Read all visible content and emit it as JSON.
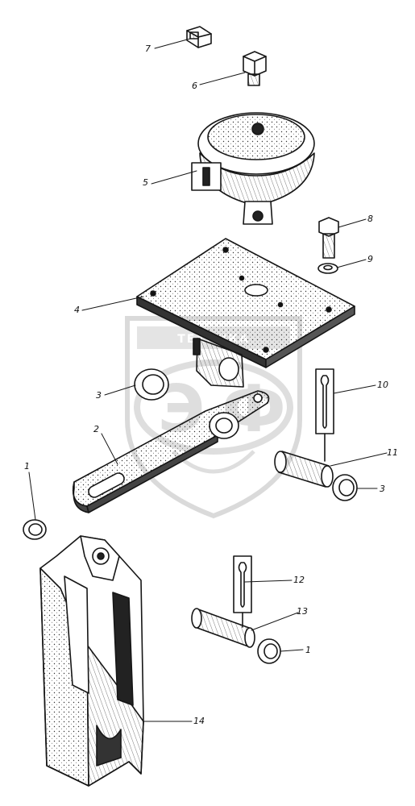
{
  "watermark": {
    "banner_text": "ТЕХНИКА",
    "logo_letters": [
      "Э",
      "Ф"
    ],
    "color": "#b8b8b8"
  },
  "callouts": {
    "c1a": "1",
    "c1b": "1",
    "c2": "2",
    "c3a": "3",
    "c3b": "3",
    "c4": "4",
    "c5": "5",
    "c6": "6",
    "c7": "7",
    "c8": "8",
    "c9": "9",
    "c10": "10",
    "c11": "11",
    "c12": "12",
    "c13": "13",
    "c14": "14"
  }
}
